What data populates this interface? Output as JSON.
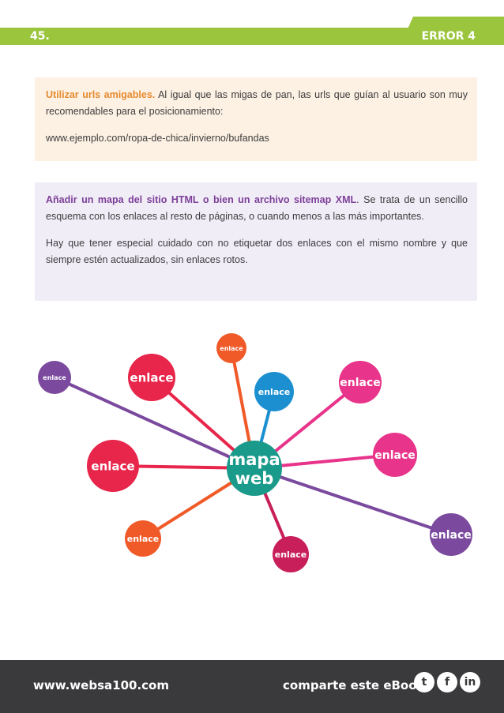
{
  "header": {
    "page_number": "45.",
    "error_label": "ERROR 4",
    "color": "#9bc53d"
  },
  "box1": {
    "highlight": "Utilizar urls amigables.",
    "text": " Al igual que las migas de pan, las urls que guían al usuario son muy recomendables para el posicionamiento:",
    "example_url": "www.ejemplo.com/ropa-de-chica/invierno/bufandas"
  },
  "box2": {
    "highlight": "Añadir un mapa del sitio HTML o bien un archivo sitemap XML",
    "text": ". Se trata de un sencillo esquema con los enlaces al resto de páginas, o cuando menos a las más importantes.",
    "paragraph2": "Hay que tener especial cuidado con no etiquetar dos enlaces con el mismo nombre y que siempre estén actualizados, sin enlaces  rotos."
  },
  "diagram": {
    "center": {
      "line1": "mapa",
      "line2": "web",
      "color": "#1a9a8a"
    },
    "nodes": [
      {
        "label": "enlace",
        "color": "#7b4a9e"
      },
      {
        "label": "enlace",
        "color": "#e8254a"
      },
      {
        "label": "enlace",
        "color": "#f05a28"
      },
      {
        "label": "enlace",
        "color": "#1c8fd0"
      },
      {
        "label": "enlace",
        "color": "#e8348a"
      },
      {
        "label": "enlace",
        "color": "#e8348a"
      },
      {
        "label": "enlace",
        "color": "#e8254a"
      },
      {
        "label": "enlace",
        "color": "#f05a28"
      },
      {
        "label": "enlace",
        "color": "#c81f5a"
      },
      {
        "label": "enlace",
        "color": "#7b4a9e"
      }
    ]
  },
  "footer": {
    "website": "www.websa100.com",
    "share_text": "comparte este eBook",
    "icons": [
      "twitter-icon",
      "facebook-icon",
      "linkedin-icon"
    ]
  }
}
